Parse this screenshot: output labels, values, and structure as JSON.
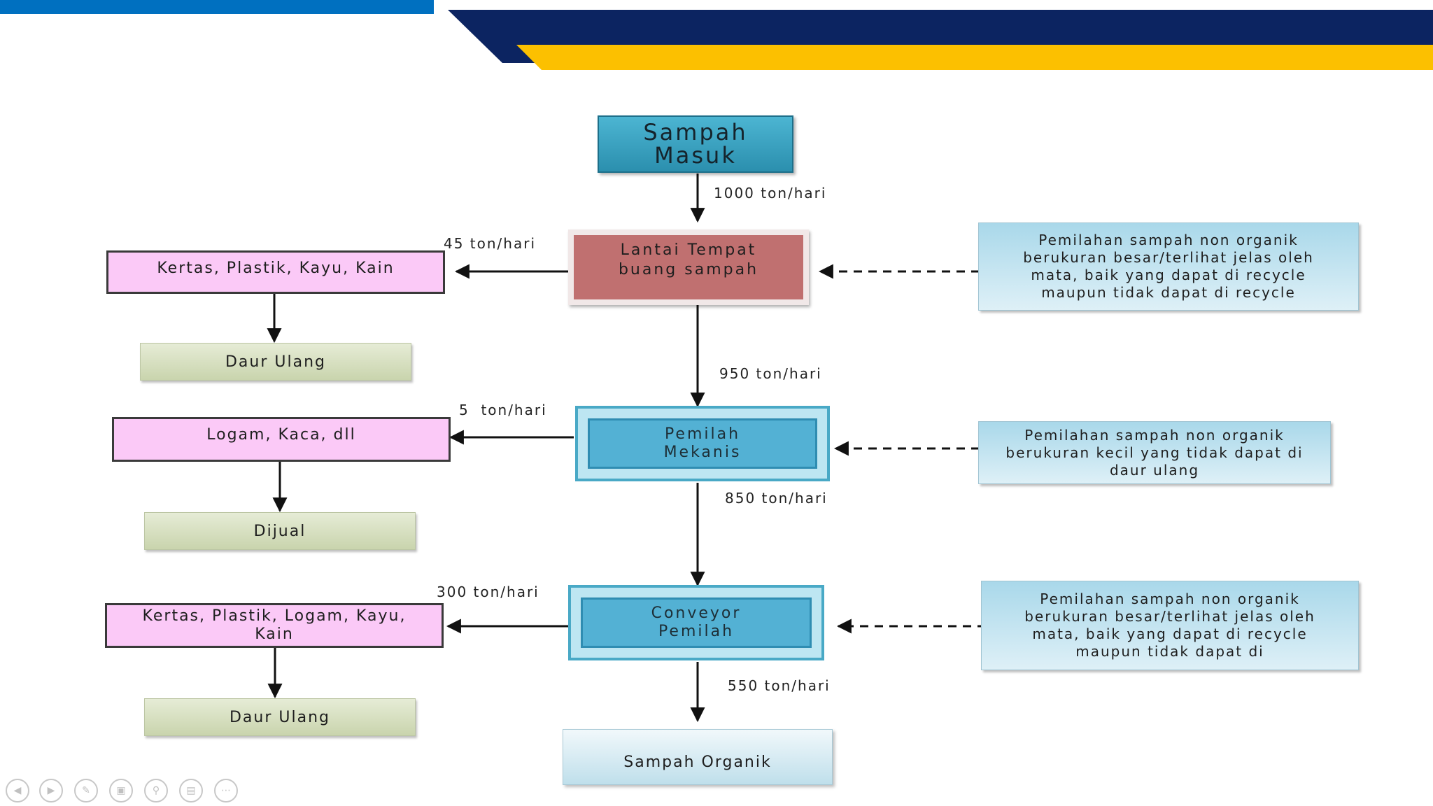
{
  "colors": {
    "band_blue": "#0070c0",
    "band_navy": "#0c2461",
    "band_gold": "#fcc000",
    "pink": "#fbc9f7",
    "olive": "#c9d4ad",
    "teal": "#53b1d4",
    "brick": "#c07070"
  },
  "diagram": {
    "start": "Sampah Masuk",
    "floor": "Lantai Tempat buang sampah",
    "mechanical": "Pemilah Mekanis",
    "conveyor": "Conveyor Pemilah",
    "organic": "Sampah Organik",
    "flows": {
      "f1000": "1000 ton/hari",
      "f45": "45 ton/hari",
      "f950": "950 ton/hari",
      "f5": "5  ton/hari",
      "f850": "850 ton/hari",
      "f300": "300 ton/hari",
      "f550": "550 ton/hari"
    },
    "left": {
      "out1": "Kertas, Plastik, Kayu, Kain",
      "dest1": "Daur Ulang",
      "out2": "Logam, Kaca, dll",
      "dest2": "Dijual",
      "out3": "Kertas, Plastik, Logam, Kayu, Kain",
      "dest3": "Daur Ulang"
    },
    "notes": {
      "n1": "Pemilahan sampah non organik berukuran besar/terlihat jelas oleh mata, baik yang dapat di recycle maupun tidak dapat di recycle",
      "n2": "Pemilahan sampah non organik berukuran kecil yang tidak dapat di daur ulang",
      "n3": "Pemilahan sampah non organik berukuran besar/terlihat jelas oleh mata, baik yang dapat di recycle maupun tidak dapat di"
    }
  },
  "controls": {
    "icons": [
      "previous-icon",
      "play-icon",
      "pen-icon",
      "pointer-icon",
      "zoom-icon",
      "slides-icon",
      "more-icon"
    ]
  }
}
